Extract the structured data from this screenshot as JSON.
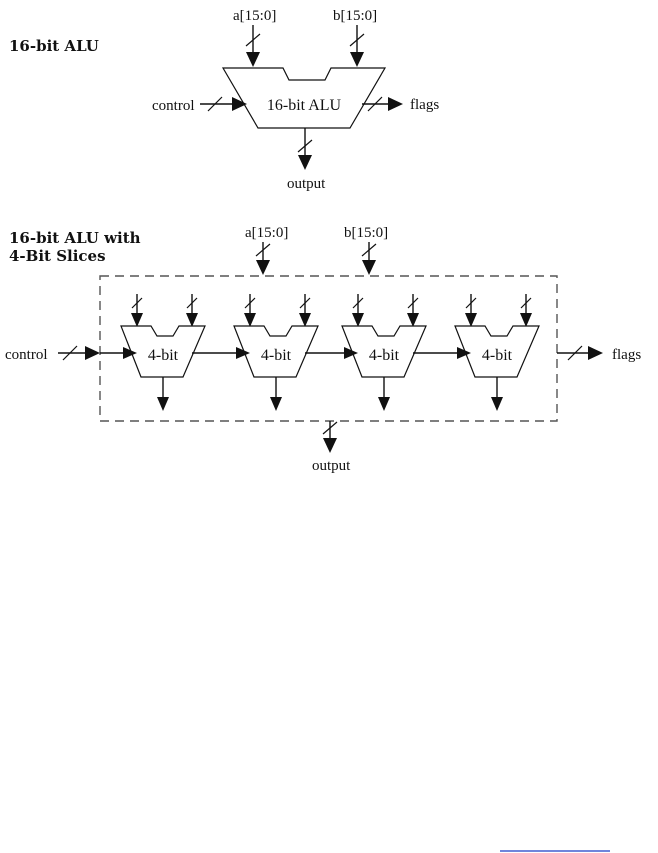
{
  "diagram": {
    "top": {
      "title": "16-bit ALU",
      "input_a": "a[15:0]",
      "input_b": "b[15:0]",
      "control": "control",
      "alu_label": "16-bit ALU",
      "flags": "flags",
      "output": "output"
    },
    "bottom": {
      "title_line1": "16-bit ALU with",
      "title_line2": "4-Bit Slices",
      "input_a": "a[15:0]",
      "input_b": "b[15:0]",
      "control": "control",
      "flags": "flags",
      "output": "output",
      "slices": [
        {
          "label": "4-bit"
        },
        {
          "label": "4-bit"
        },
        {
          "label": "4-bit"
        },
        {
          "label": "4-bit"
        }
      ]
    }
  }
}
